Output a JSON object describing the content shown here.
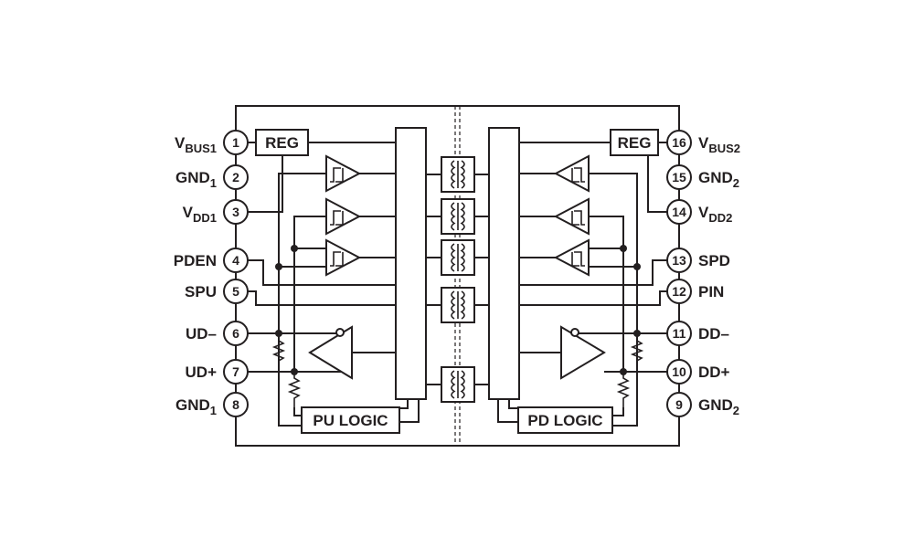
{
  "pins_left": [
    {
      "num": "1",
      "base": "V",
      "sub": "BUS1"
    },
    {
      "num": "2",
      "base": "GND",
      "sub": "1"
    },
    {
      "num": "3",
      "base": "V",
      "sub": "DD1"
    },
    {
      "num": "4",
      "base": "PDEN",
      "sub": ""
    },
    {
      "num": "5",
      "base": "SPU",
      "sub": ""
    },
    {
      "num": "6",
      "base": "UD–",
      "sub": ""
    },
    {
      "num": "7",
      "base": "UD+",
      "sub": ""
    },
    {
      "num": "8",
      "base": "GND",
      "sub": "1"
    }
  ],
  "pins_right": [
    {
      "num": "16",
      "base": "V",
      "sub": "BUS2"
    },
    {
      "num": "15",
      "base": "GND",
      "sub": "2"
    },
    {
      "num": "14",
      "base": "V",
      "sub": "DD2"
    },
    {
      "num": "13",
      "base": "SPD",
      "sub": ""
    },
    {
      "num": "12",
      "base": "PIN",
      "sub": ""
    },
    {
      "num": "11",
      "base": "DD–",
      "sub": ""
    },
    {
      "num": "10",
      "base": "DD+",
      "sub": ""
    },
    {
      "num": "9",
      "base": "GND",
      "sub": "2"
    }
  ],
  "blocks": {
    "reg_left": "REG",
    "reg_right": "REG",
    "pu_logic": "PU LOGIC",
    "pd_logic": "PD LOGIC"
  }
}
